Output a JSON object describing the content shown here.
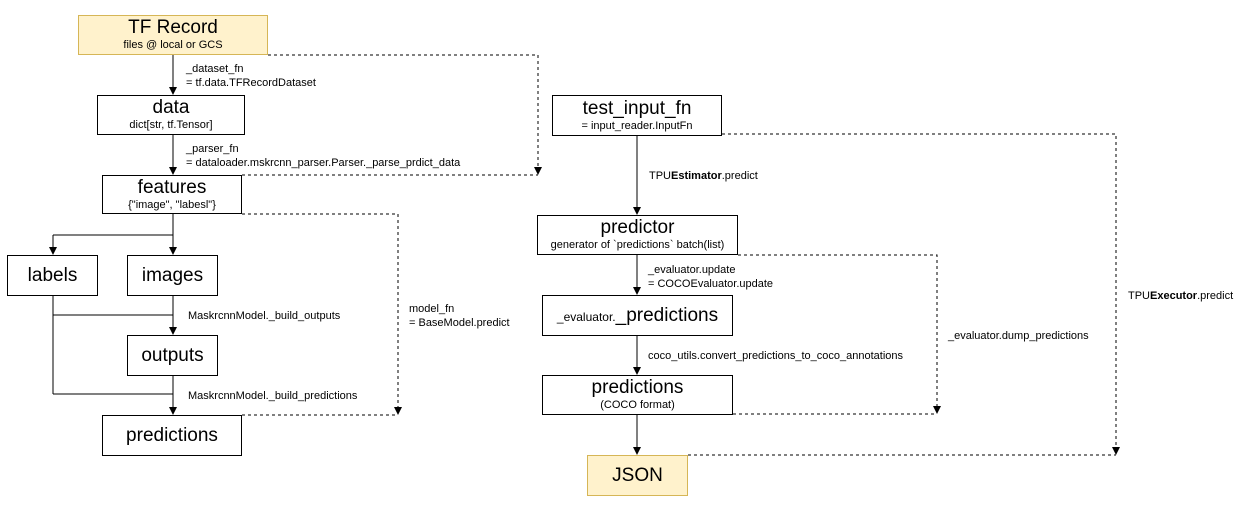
{
  "boxes": {
    "tf_record": {
      "title": "TF Record",
      "sub": "files @ local or GCS"
    },
    "data": {
      "title": "data",
      "sub": "dict[str, tf.Tensor]"
    },
    "features": {
      "title": "features",
      "sub": "{\"image\", \"labesl\"}"
    },
    "labels": {
      "title": "labels"
    },
    "images": {
      "title": "images"
    },
    "outputs": {
      "title": "outputs"
    },
    "predictions_left": {
      "title": "predictions"
    },
    "test_input_fn": {
      "title": "test_input_fn",
      "sub": "= input_reader.InputFn"
    },
    "predictor": {
      "title": "predictor",
      "sub": "generator of `predictions` batch(list)"
    },
    "evaluator_predictions": {
      "prefix": "_evaluator.",
      "title": "_predictions"
    },
    "predictions_right": {
      "title": "predictions",
      "sub": "(COCO format)"
    },
    "json": {
      "title": "JSON"
    }
  },
  "labels": {
    "dataset_fn_1": "_dataset_fn",
    "dataset_fn_2": "= tf.data.TFRecordDataset",
    "parser_fn_1": "_parser_fn",
    "parser_fn_2": "= dataloader.mskrcnn_parser.Parser._parse_prdict_data",
    "build_outputs": "MaskrcnnModel._build_outputs",
    "build_predictions": "MaskrcnnModel._build_predictions",
    "model_fn_1": "model_fn",
    "model_fn_2": "= BaseModel.predict",
    "tpu_estimator_pre": "TPU",
    "tpu_estimator_bold": "Estimator",
    "tpu_estimator_post": ".predict",
    "evaluator_update_1": "_evaluator.update",
    "evaluator_update_2": "= COCOEvaluator.update",
    "coco_convert": "coco_utils.convert_predictions_to_coco_annotations",
    "dump_predictions": "_evaluator.dump_predictions",
    "tpu_executor_pre": "TPU",
    "tpu_executor_bold": "Executor",
    "tpu_executor_post": ".predict"
  },
  "colors": {
    "highlight_fill": "#fff2cc",
    "highlight_border": "#d6b656",
    "line": "#000000"
  }
}
